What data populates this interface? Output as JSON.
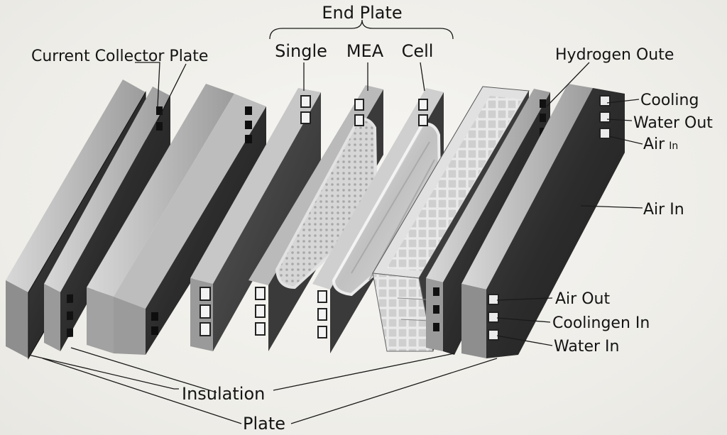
{
  "labels": {
    "end_plate": "End Plate",
    "single": "Single",
    "mea": "MEA",
    "cell": "Cell",
    "current_collector_plate": "Current Collector Plate",
    "hydrogen_oute": "Hydrogen Oute",
    "cooling": "Cooling",
    "water_out": "Water Out",
    "air_in_small_prefix": "Air",
    "air_in_small_suffix": "In",
    "air_in": "Air In",
    "air_out": "Air Out",
    "coolingen_in": "Coolingen In",
    "water_in": "Water In",
    "insulation": "Insulation",
    "plate": "Plate"
  },
  "colors": {
    "plate_face_dark": "#2a2a2a",
    "plate_edge_light": "#b9b9b9",
    "mea_light": "#dcdcdc",
    "background": "#f1f0ec"
  }
}
